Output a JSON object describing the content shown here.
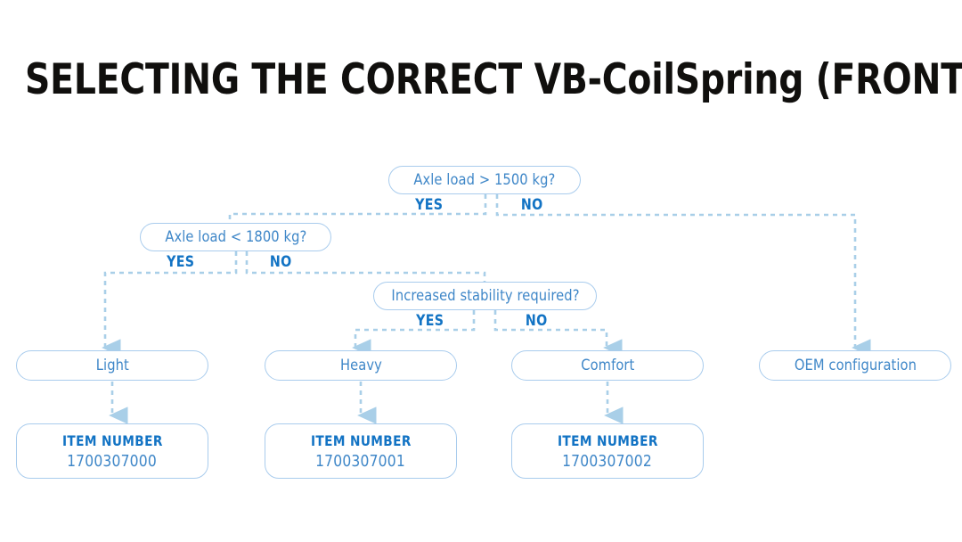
{
  "page": {
    "title": "SELECTING THE CORRECT VB-CoilSpring (FRONT AXLE)"
  },
  "colors": {
    "title_text": "#100f0d",
    "node_border": "#a9cced",
    "node_text": "#3f87c8",
    "branch_text": "#1273c4",
    "item_heading": "#1273c4",
    "item_number": "#3f87c8",
    "connector": "#a9cfe8",
    "background": "#ffffff"
  },
  "flowchart": {
    "type": "decision-tree",
    "decisions": [
      {
        "id": "d1",
        "question": "Axle load > 1500 kg?",
        "yes_label": "YES",
        "no_label": "NO",
        "yes_target": "d2",
        "no_target": "r4"
      },
      {
        "id": "d2",
        "question": "Axle load < 1800 kg?",
        "yes_label": "YES",
        "no_label": "NO",
        "yes_target": "r1",
        "no_target": "d3"
      },
      {
        "id": "d3",
        "question": "Increased stability required?",
        "yes_label": "YES",
        "no_label": "NO",
        "yes_target": "r2",
        "no_target": "r3"
      }
    ],
    "results": [
      {
        "id": "r1",
        "label": "Light"
      },
      {
        "id": "r2",
        "label": "Heavy"
      },
      {
        "id": "r3",
        "label": "Comfort"
      },
      {
        "id": "r4",
        "label": "OEM configuration"
      }
    ],
    "items": [
      {
        "id": "i1",
        "heading": "ITEM NUMBER",
        "number": "1700307000",
        "from": "r1"
      },
      {
        "id": "i2",
        "heading": "ITEM NUMBER",
        "number": "1700307001",
        "from": "r2"
      },
      {
        "id": "i3",
        "heading": "ITEM NUMBER",
        "number": "1700307002",
        "from": "r3"
      }
    ]
  }
}
